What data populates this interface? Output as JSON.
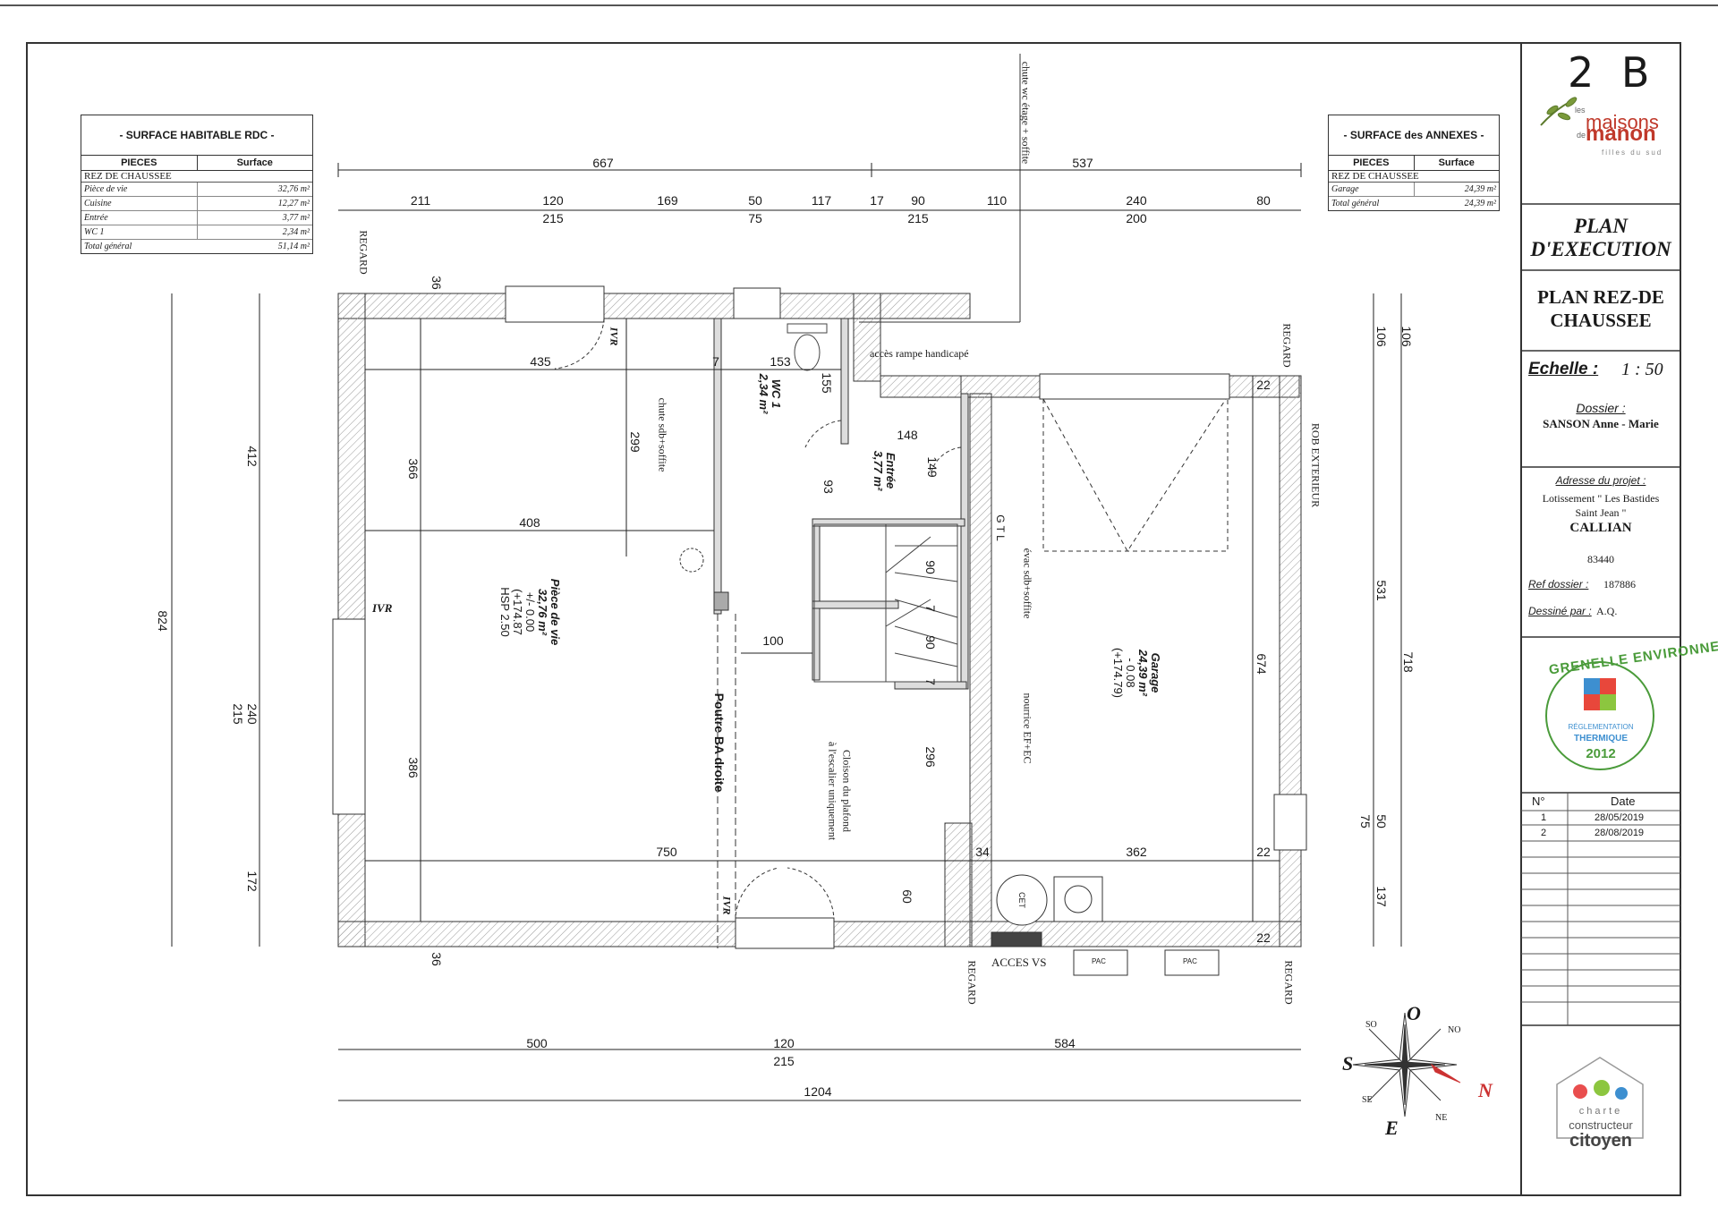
{
  "sheet_id": "2 B",
  "brand": {
    "line1": "les",
    "line2": "maisons",
    "line3": "de",
    "line4": "manon",
    "tagline": "filles du sud"
  },
  "title_block": {
    "plan_type_l1": "PLAN",
    "plan_type_l2": "D'EXECUTION",
    "plan_name_l1": "PLAN REZ-DE",
    "plan_name_l2": "CHAUSSEE",
    "scale_label": "Echelle :",
    "scale_value": "1 : 50",
    "dossier_label": "Dossier :",
    "dossier_value": "SANSON Anne - Marie",
    "address_label": "Adresse du projet :",
    "address_l1": "Lotissement \" Les Bastides",
    "address_l2": "Saint Jean \"",
    "city": "CALLIAN",
    "postcode": "83440",
    "ref_label": "Ref dossier :",
    "ref_value": "187886",
    "drawn_label": "Dessiné par :",
    "drawn_value": "A.Q."
  },
  "grenelle": {
    "arc": "GRENELLE ENVIRONNEMENT",
    "l1": "RÉGLEMENTATION",
    "l2": "THERMIQUE",
    "year": "2012"
  },
  "revisions": {
    "headers": [
      "N°",
      "Date"
    ],
    "rows": [
      [
        "1",
        "28/05/2019"
      ],
      [
        "2",
        "28/08/2019"
      ]
    ]
  },
  "charte": {
    "l1": "charte",
    "l2": "constructeur",
    "l3": "citoyen"
  },
  "table_habitable": {
    "title": "- SURFACE HABITABLE RDC -",
    "col1": "PIECES",
    "col2": "Surface",
    "section": "REZ DE CHAUSSEE",
    "rows": [
      {
        "name": "Pièce de vie",
        "value": "32,76 m²"
      },
      {
        "name": "Cuisine",
        "value": "12,27 m²"
      },
      {
        "name": "Entrée",
        "value": "3,77 m²"
      },
      {
        "name": "WC 1",
        "value": "2,34 m²"
      },
      {
        "name": "Total général",
        "value": "51,14 m²"
      }
    ]
  },
  "table_annexes": {
    "title": "- SURFACE des ANNEXES -",
    "col1": "PIECES",
    "col2": "Surface",
    "section": "REZ DE CHAUSSEE",
    "rows": [
      {
        "name": "Garage",
        "value": "24,39 m²"
      },
      {
        "name": "Total général",
        "value": "24,39 m²"
      }
    ]
  },
  "rooms": {
    "living": {
      "name": "Pièce de vie",
      "area": "32,76 m²",
      "l3": "+/- 0.00",
      "l4": "(+174.87",
      "l5": "HSP 2.50"
    },
    "wc": {
      "name": "WC 1",
      "area": "2,34 m²"
    },
    "entree": {
      "name": "Entrée",
      "area": "3,77 m²"
    },
    "garage": {
      "name": "Garage",
      "area": "24,39 m²",
      "l3": "- 0.08",
      "l4": "(+174.79)"
    }
  },
  "notes": {
    "chute_wc": "chute wc étage + soffite",
    "chute_sdb": "chute sdb+soffite",
    "acces_rampe": "accès rampe handicapé",
    "evac": "évac sdb+soffite",
    "nourrice": "nourrice EF+EC",
    "poutre": "Poutre BA droite",
    "cloison1": "Cloison du plafond",
    "cloison2": "à l'escalier uniquement",
    "regard": "REGARD",
    "rob": "ROB EXTERIEUR",
    "acces_vs": "ACCES VS",
    "ivr": "IVR",
    "gtl": "G T L",
    "cet": "CET",
    "pac": "PAC"
  },
  "dimensions": {
    "top_total_left": "667",
    "top_total_right": "537",
    "top_row": [
      "211",
      "120",
      "169",
      "50",
      "117",
      "17",
      "90",
      "110",
      "240",
      "80"
    ],
    "top_sub": [
      "215",
      "75",
      "215",
      "200"
    ],
    "bottom_row": [
      "500",
      "120",
      "584"
    ],
    "bottom_sub": "215",
    "bottom_total": "1204",
    "left_outer": "824",
    "left_inner": [
      "412",
      "240",
      "215",
      "172"
    ],
    "inner_left": [
      "366",
      "386"
    ],
    "right_outer": "718",
    "right_inner": [
      "106",
      "531",
      "50",
      "75",
      "137"
    ],
    "right_106b": "106",
    "right_674": "674",
    "interior": [
      "435",
      "7",
      "153",
      "155",
      "148",
      "149",
      "93",
      "299",
      "408",
      "90",
      "7",
      "90",
      "7",
      "100",
      "296",
      "750",
      "34",
      "362",
      "22",
      "22",
      "22",
      "60",
      "36",
      "36"
    ]
  },
  "compass": {
    "n": "N",
    "s": "S",
    "o": "O",
    "e": "E",
    "no": "NO",
    "so": "SO",
    "se": "SE",
    "ne": "NE"
  }
}
